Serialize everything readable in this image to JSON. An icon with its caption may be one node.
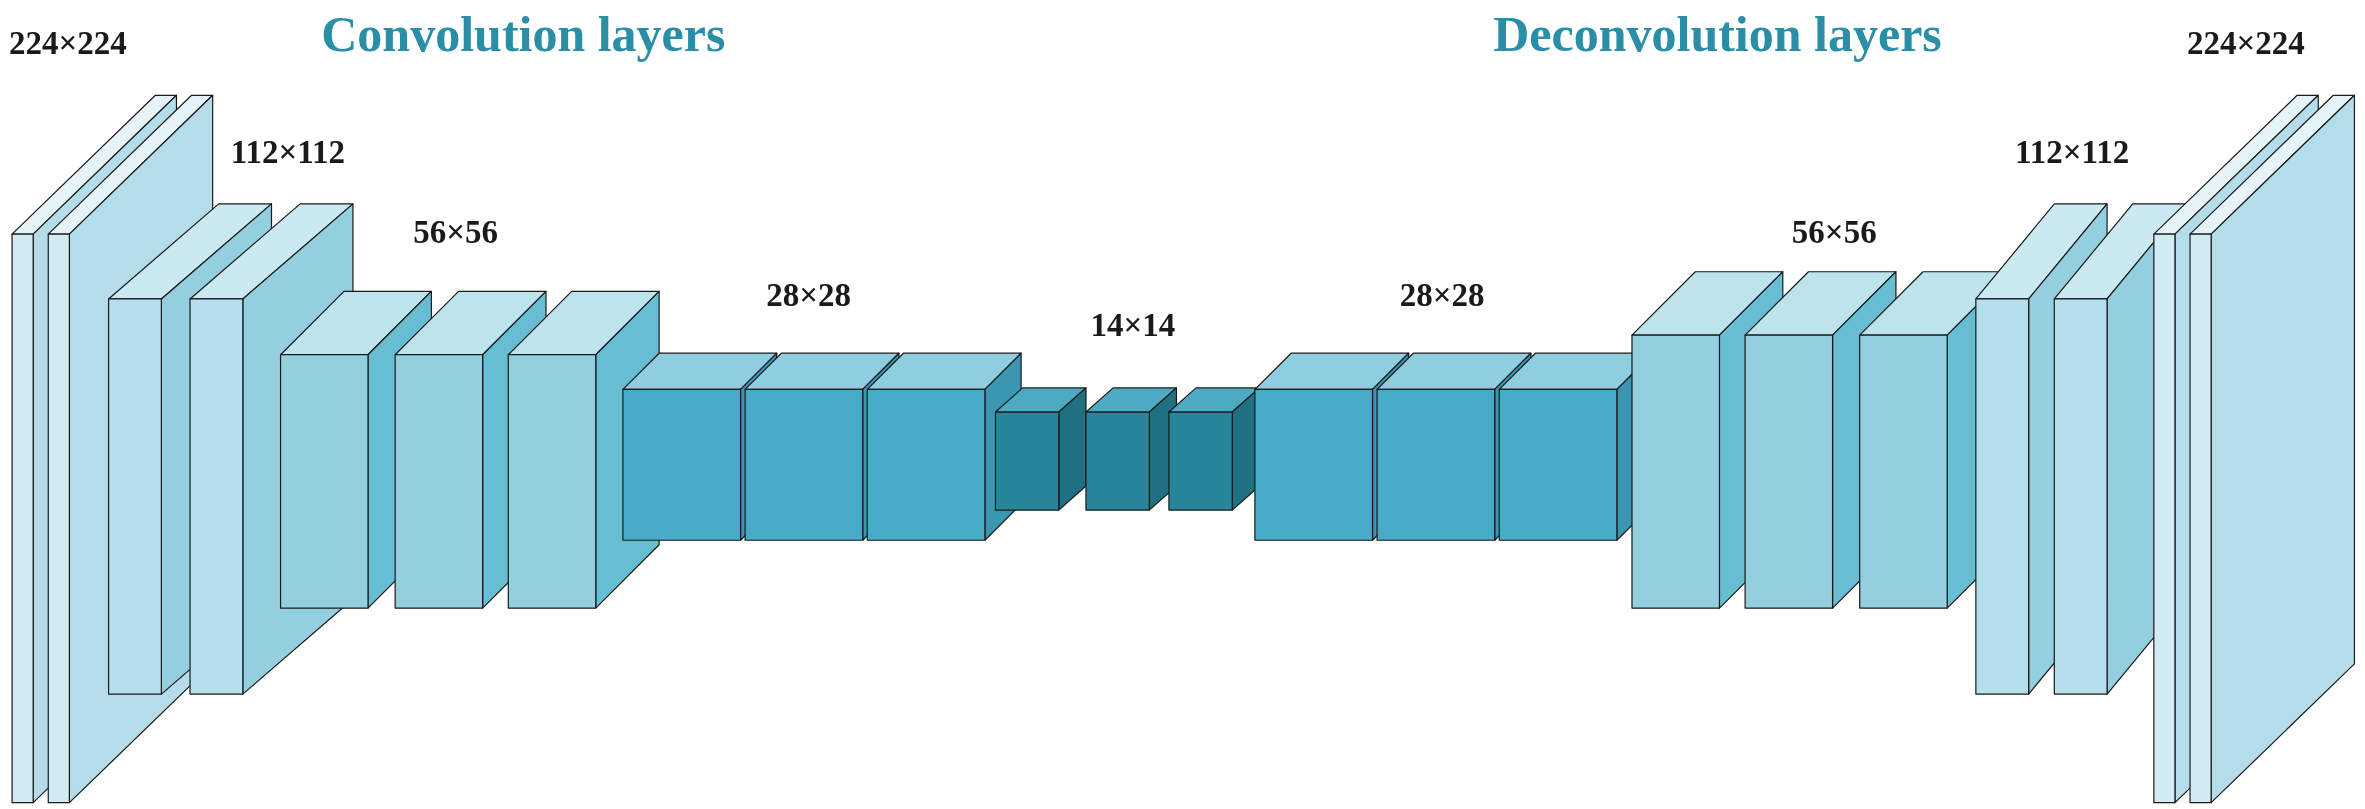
{
  "diagram": {
    "labels": [
      "224×224",
      "Convolution layers",
      "Deconvolution layers",
      "224×224",
      "112×112",
      "112×112",
      "56×56",
      "56×56",
      "28×28",
      "28×28",
      "14×14"
    ]
  }
}
